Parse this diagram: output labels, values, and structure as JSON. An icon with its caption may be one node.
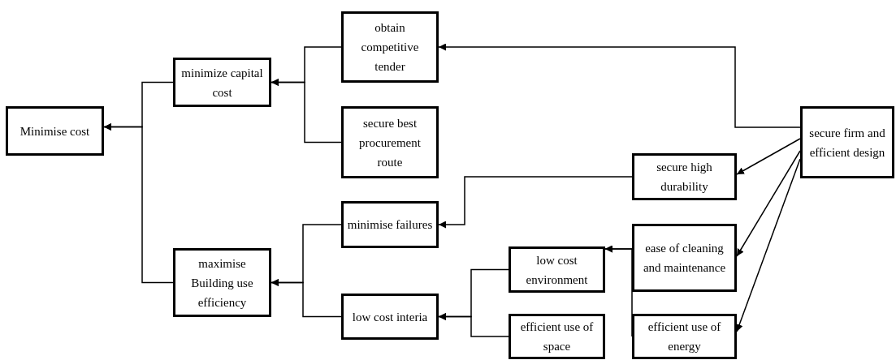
{
  "diagram": {
    "nodes": [
      {
        "text": [
          "Minimise cost"
        ]
      },
      {
        "text": [
          "minimize capital cost"
        ]
      },
      {
        "text": [
          "maximise Building use efficiency"
        ]
      },
      {
        "text": [
          "obtain competitive tender"
        ]
      },
      {
        "text": [
          "secure best procurement route"
        ]
      },
      {
        "text": [
          "minimise failures"
        ]
      },
      {
        "text": [
          "low cost interia"
        ]
      },
      {
        "text": [
          "secure firm and efficient design"
        ]
      },
      {
        "text": [
          "secure high durability"
        ]
      },
      {
        "text": [
          "ease of cleaning and maintenance"
        ]
      },
      {
        "text": [
          "low cost environment"
        ]
      },
      {
        "text": [
          "efficient use of space"
        ]
      },
      {
        "text": [
          "efficient use of energy"
        ]
      }
    ],
    "edges": [
      {
        "from": 1,
        "to": 0,
        "arrow": "to"
      },
      {
        "from": 2,
        "to": 0,
        "arrow": "to"
      },
      {
        "from": 3,
        "to": 1,
        "arrow": "to"
      },
      {
        "from": 4,
        "to": 1,
        "arrow": "to"
      },
      {
        "from": 5,
        "to": 2,
        "arrow": "to"
      },
      {
        "from": 6,
        "to": 2,
        "arrow": "to"
      },
      {
        "from": 7,
        "to": 3,
        "arrow": "to"
      },
      {
        "from": 8,
        "to": 5,
        "arrow": "to"
      },
      {
        "from": 10,
        "to": 6,
        "arrow": "to"
      },
      {
        "from": 11,
        "to": 6,
        "arrow": "to"
      },
      {
        "from": 9,
        "to": 10,
        "arrow": "to"
      },
      {
        "from": 12,
        "to": 10,
        "arrow": "to"
      },
      {
        "from": 7,
        "to": 8,
        "arrow": "to"
      },
      {
        "from": 7,
        "to": 9,
        "arrow": "to"
      },
      {
        "from": 7,
        "to": 12,
        "arrow": "to"
      }
    ]
  }
}
